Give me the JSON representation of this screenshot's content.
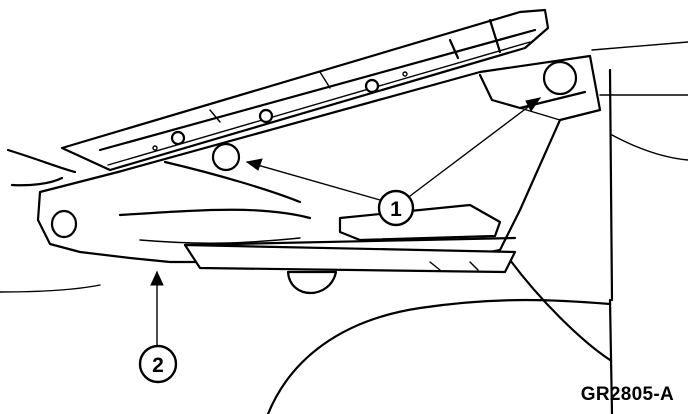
{
  "figure": {
    "id": "GR2805-A"
  },
  "callouts": [
    {
      "number": "1",
      "part": "bolt"
    },
    {
      "number": "2",
      "part": "frame member"
    }
  ]
}
